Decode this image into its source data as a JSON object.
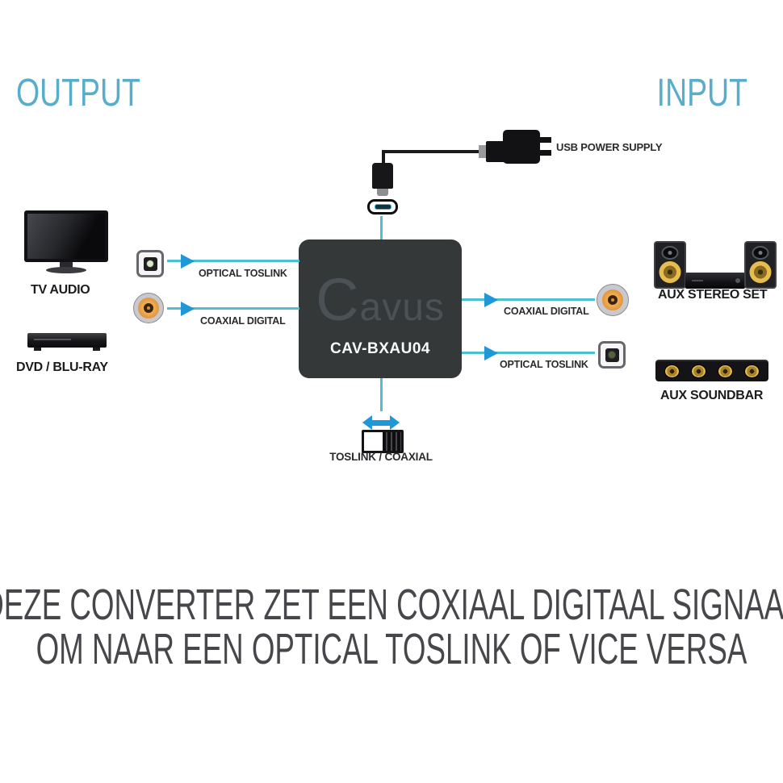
{
  "titles": {
    "output": "OUTPUT",
    "input": "INPUT"
  },
  "power": {
    "label": "USB POWER SUPPLY"
  },
  "box": {
    "brand_initial": "C",
    "brand_rest": "avus",
    "model": "CAV-BXAU04"
  },
  "left": {
    "devices": [
      {
        "label": "TV AUDIO"
      },
      {
        "label": "DVD / BLU-RAY"
      }
    ],
    "connections": [
      {
        "label": "OPTICAL TOSLINK",
        "connector": "toslink-icon"
      },
      {
        "label": "COAXIAL DIGITAL",
        "connector": "coaxial-icon"
      }
    ]
  },
  "right": {
    "connections": [
      {
        "label": "COAXIAL DIGITAL",
        "connector": "coaxial-icon"
      },
      {
        "label": "OPTICAL TOSLINK",
        "connector": "toslink-icon"
      }
    ],
    "devices": [
      {
        "label": "AUX STEREO SET"
      },
      {
        "label": "AUX SOUNDBAR"
      }
    ]
  },
  "switch": {
    "label": "TOSLINK / COAXIAL"
  },
  "caption": {
    "line1": "DEZE CONVERTER ZET EEN COXIAAL DIGITAAL SIGNAAL",
    "line2": "OM NAAR EEN OPTICAL TOSLINK OF VICE VERSA"
  },
  "colors": {
    "title_blue": "#57adca",
    "signal_teal": "#4cc0cf",
    "arrow_blue": "#1f98d8",
    "coax_orange": "#de8e31",
    "box_dark": "#343839",
    "caption_gray": "#47474b"
  }
}
